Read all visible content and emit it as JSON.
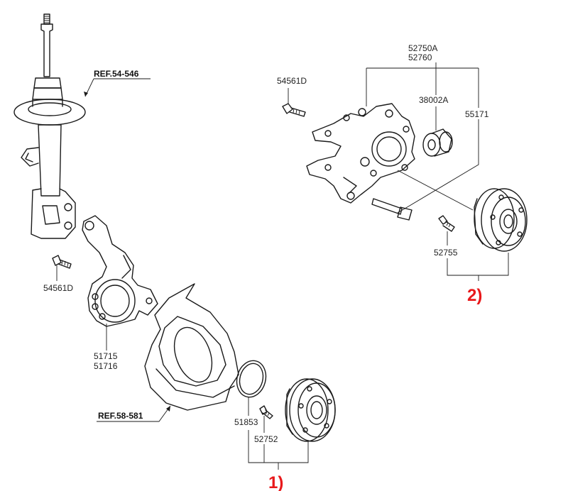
{
  "labels": {
    "ref_strut": "REF.54-546",
    "ref_shield": "REF.58-581",
    "bolt_front": "54561D",
    "knuckle_a": "51715",
    "knuckle_b": "51716",
    "snap_ring": "51853",
    "hub_bolt_front": "52752",
    "rear_carrier_a": "52750A",
    "rear_carrier_b": "52760",
    "bolt_rear": "54561D",
    "bushing": "38002A",
    "rear_pin": "55171",
    "hub_bolt_rear": "52755"
  },
  "callouts": {
    "front_hub": "1)",
    "rear_hub": "2)"
  },
  "colors": {
    "line": "#1a1a1a",
    "callout": "#e8191b",
    "background": "#ffffff"
  }
}
